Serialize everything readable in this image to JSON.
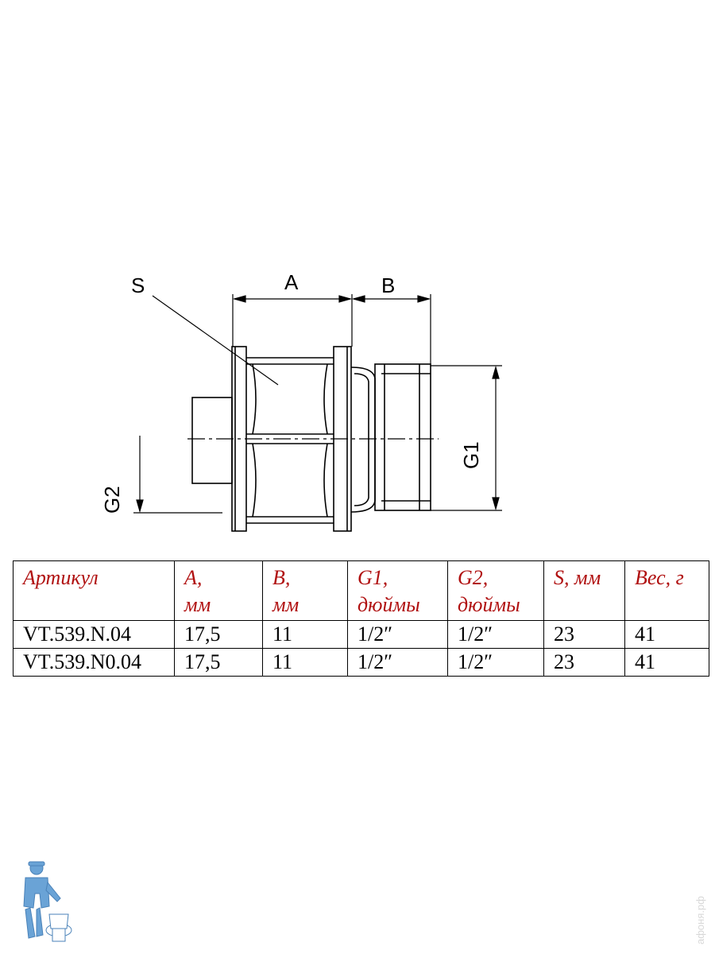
{
  "drawing": {
    "labels": {
      "s": "S",
      "a": "A",
      "b": "B",
      "g1": "G1",
      "g2": "G2"
    }
  },
  "table": {
    "headers": [
      {
        "line1": "Артикул",
        "line2": ""
      },
      {
        "line1": "A,",
        "line2": "мм"
      },
      {
        "line1": "B,",
        "line2": "мм"
      },
      {
        "line1": "G1,",
        "line2": "дюймы"
      },
      {
        "line1": "G2,",
        "line2": "дюймы"
      },
      {
        "line1": "S, мм",
        "line2": ""
      },
      {
        "line1": "Вес, г",
        "line2": ""
      }
    ],
    "rows": [
      [
        "VT.539.N.04",
        "17,5",
        "11",
        "1/2″",
        "1/2″",
        "23",
        "41"
      ],
      [
        "VT.539.N0.04",
        "17,5",
        "11",
        "1/2″",
        "1/2″",
        "23",
        "41"
      ]
    ]
  },
  "colors": {
    "header_text": "#b01010",
    "body_text": "#000000",
    "logo_blue": "#6aa3d6"
  },
  "watermark": {
    "text": "афоня.рф"
  },
  "icons": {
    "logo": "plumber-mascot-icon"
  }
}
